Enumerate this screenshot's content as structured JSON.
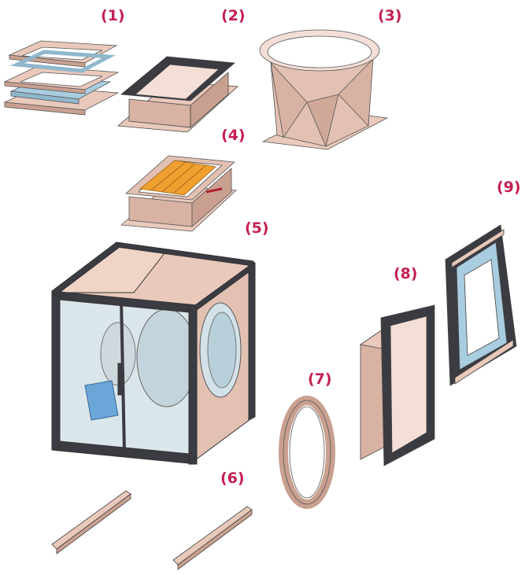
{
  "colors": {
    "label": "#c41f4f",
    "metal": "#e9c9bb",
    "metal_dark": "#c9a090",
    "metal_light": "#f4dfd6",
    "frame": "#3b3b42",
    "flex": "#a9cde0",
    "glass": "#d3e2e8",
    "blade": "#f0a030",
    "motor": "#6aa6d8"
  },
  "labels": [
    {
      "id": "part-1",
      "text": "(1)"
    },
    {
      "id": "part-2",
      "text": "(2)"
    },
    {
      "id": "part-3",
      "text": "(3)"
    },
    {
      "id": "part-4",
      "text": "(4)"
    },
    {
      "id": "part-5",
      "text": "(5)"
    },
    {
      "id": "part-6",
      "text": "(6)"
    },
    {
      "id": "part-7",
      "text": "(7)"
    },
    {
      "id": "part-8",
      "text": "(8)"
    },
    {
      "id": "part-9",
      "text": "(9)"
    }
  ]
}
